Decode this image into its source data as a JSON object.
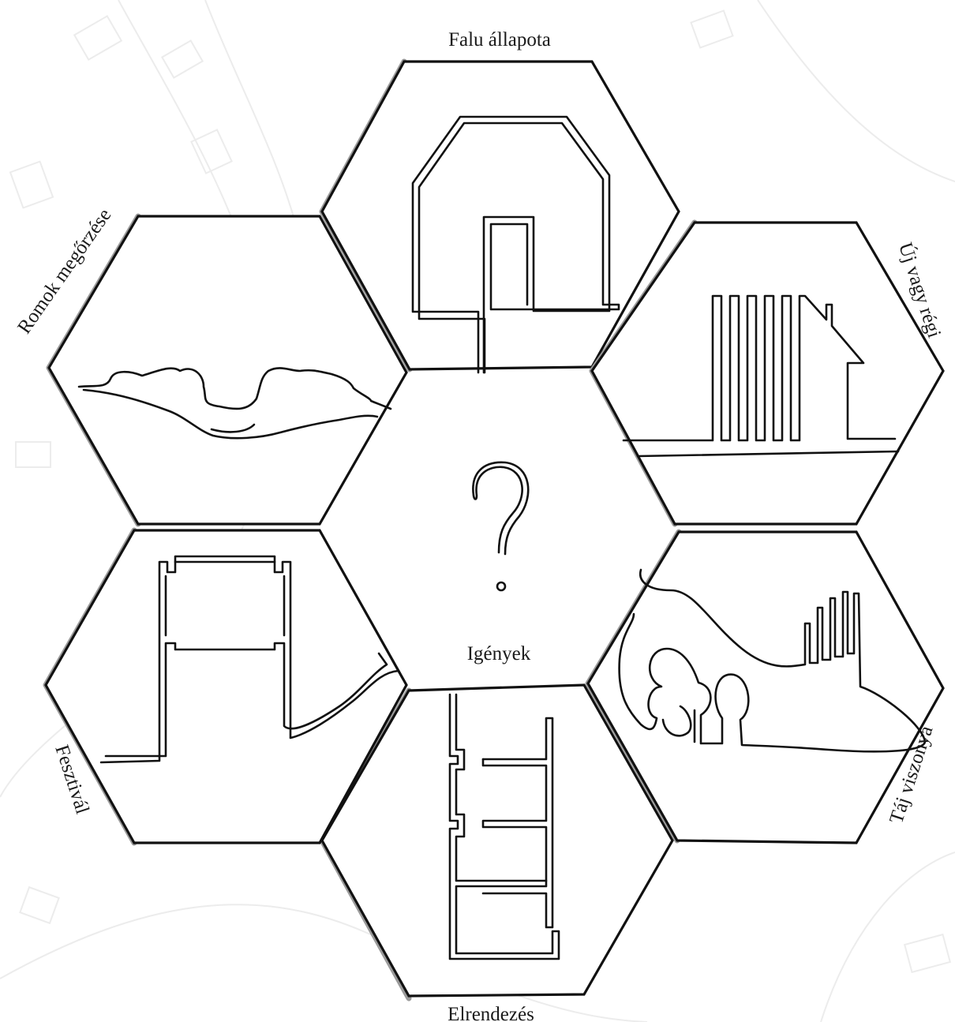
{
  "diagram": {
    "center_label": "Igények",
    "center_symbol": "?",
    "cells": [
      {
        "label": "Falu állapota",
        "icon": "house-doorway-icon"
      },
      {
        "label": "Új vagy régi",
        "icon": "old-and-new-house-icon"
      },
      {
        "label": "Táj viszonya",
        "icon": "landscape-trees-icon"
      },
      {
        "label": "Elrendezés",
        "icon": "floor-layout-icon"
      },
      {
        "label": "Fesztivál",
        "icon": "festival-stage-icon"
      },
      {
        "label": "Romok megőrzése",
        "icon": "ruins-outline-icon"
      }
    ]
  },
  "colors": {
    "line": "#111111",
    "shadow": "#9a9a9a",
    "background_map": "#ececec"
  }
}
